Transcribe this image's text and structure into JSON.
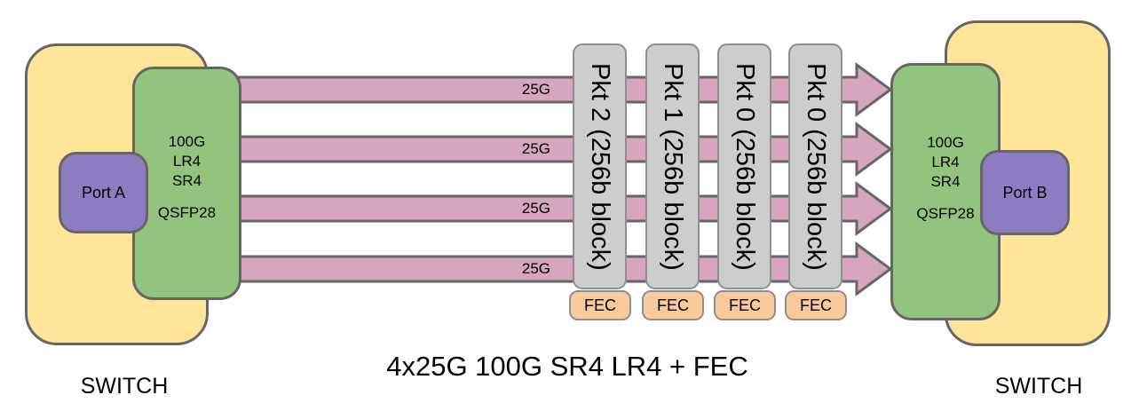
{
  "title": "4x25G 100G SR4 LR4 + FEC",
  "left_switch": {
    "label": "SWITCH",
    "port_label": "Port A",
    "transceiver": {
      "line1": "100G",
      "line2": "LR4",
      "line3": "SR4",
      "model": "QSFP28"
    }
  },
  "right_switch": {
    "label": "SWITCH",
    "port_label": "Port B",
    "transceiver": {
      "line1": "100G",
      "line2": "LR4",
      "line3": "SR4",
      "model": "QSFP28"
    }
  },
  "lanes": [
    {
      "rate": "25G"
    },
    {
      "rate": "25G"
    },
    {
      "rate": "25G"
    },
    {
      "rate": "25G"
    }
  ],
  "packet_columns": [
    {
      "label": "Pkt 2 (256b block)",
      "fec_label": "FEC"
    },
    {
      "label": "Pkt 1 (256b block)",
      "fec_label": "FEC"
    },
    {
      "label": "Pkt 0 (256b block)",
      "fec_label": "FEC"
    },
    {
      "label": "Pkt 0 (256b block)",
      "fec_label": "FEC"
    }
  ],
  "colors": {
    "switch_fill": "#ffe599",
    "qsfp_fill": "#93c47d",
    "port_fill": "#8e7cc3",
    "lane_fill": "#d5a6bd",
    "packet_fill": "#cdcdcd",
    "fec_fill": "#f9cb9c",
    "shape_border": "#666666",
    "packet_border": "#8f8f8f"
  }
}
